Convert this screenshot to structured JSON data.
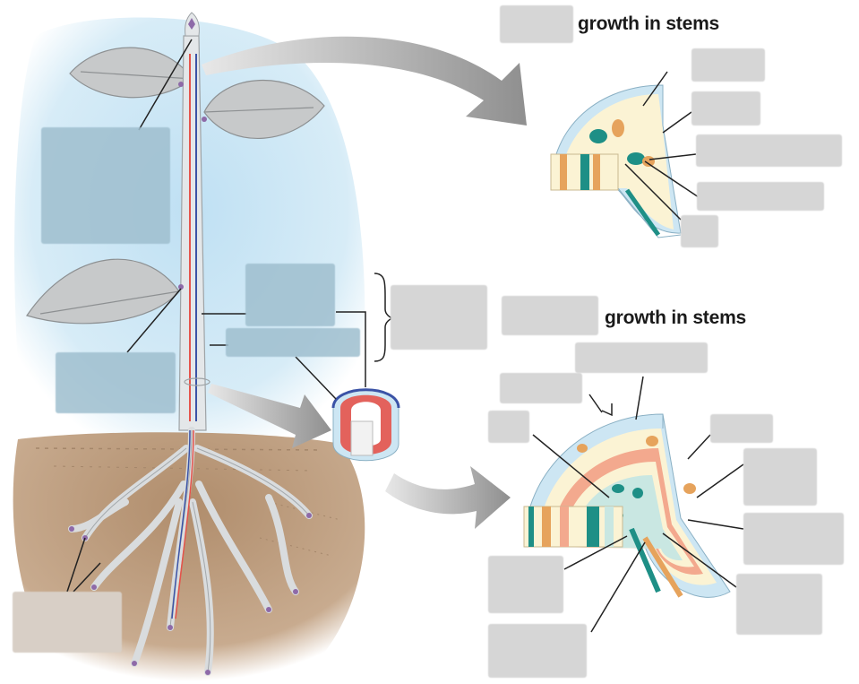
{
  "headings": {
    "top": "growth in stems",
    "bottom": "growth in stems"
  },
  "colors": {
    "sky": "#cfe6f4",
    "soil": "#b99a7c",
    "leaf": "#c9cbcc",
    "stem": "#e6e8ea",
    "vascular_red": "#e5534b",
    "vascular_blue": "#3b53a6",
    "arrow": "#9a9a9a",
    "cortex_cream": "#fbf3d4",
    "epidermis_blue": "#cde6f3",
    "xylem_teal": "#1e8f86",
    "phloem_orange": "#e6a35c",
    "cambium_salmon": "#f3a98e",
    "label_blank": "#d6d6d6",
    "bud_purple": "#8e6aa8"
  },
  "icons": {
    "transition_arrow_1": "curved-arrow-right",
    "transition_arrow_2": "arrow-right",
    "transition_arrow_3": "curved-arrow-right"
  }
}
